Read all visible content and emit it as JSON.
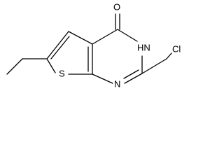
{
  "molecule": {
    "atoms": {
      "oxygen": "O",
      "nh": "HN",
      "nitrogen": "N",
      "sulfur": "S",
      "chlorine": "Cl"
    }
  },
  "colors": {
    "bond": "#000000",
    "label": "#000000",
    "background": "#ffffff"
  }
}
